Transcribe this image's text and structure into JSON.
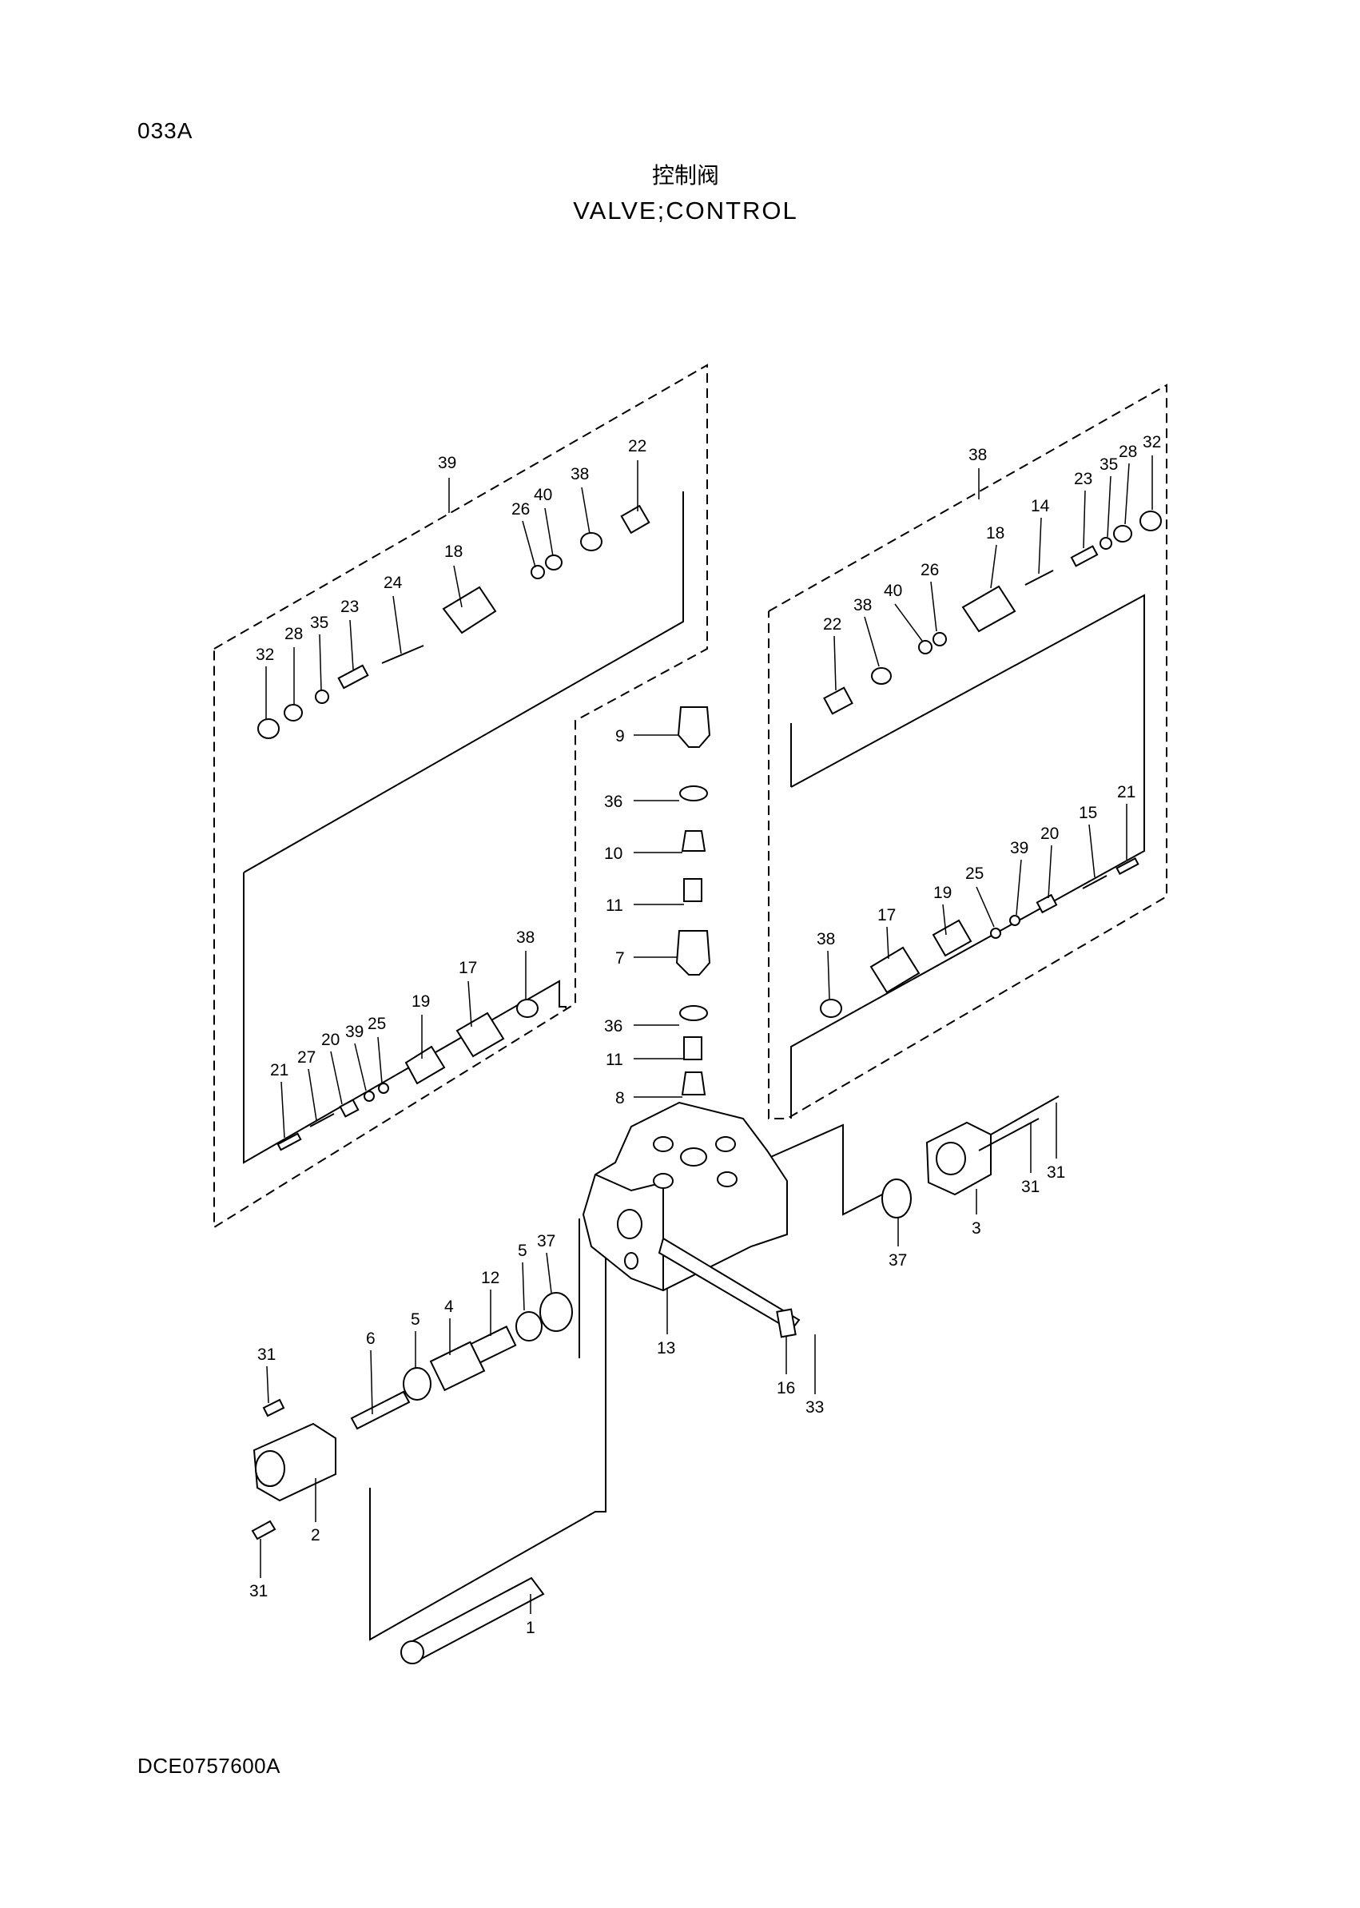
{
  "header": {
    "page_code": "033A",
    "title_cn": "控制阀",
    "title_en": "VALVE;CONTROL"
  },
  "footer": {
    "doc_code": "DCE0757600A"
  },
  "callouts": {
    "left_group": [
      "39",
      "22",
      "38",
      "40",
      "26",
      "18",
      "24",
      "23",
      "35",
      "28",
      "32",
      "38",
      "17",
      "19",
      "25",
      "39",
      "20",
      "27",
      "21"
    ],
    "right_group": [
      "38",
      "32",
      "28",
      "35",
      "23",
      "14",
      "18",
      "26",
      "40",
      "38",
      "22",
      "21",
      "15",
      "20",
      "39",
      "25",
      "19",
      "17",
      "38"
    ],
    "center_stack": [
      "9",
      "36",
      "10",
      "11",
      "7",
      "36",
      "11",
      "8"
    ],
    "lower": [
      "31",
      "6",
      "5",
      "4",
      "12",
      "5",
      "37",
      "37",
      "31",
      "31",
      "3",
      "13",
      "16",
      "33",
      "2",
      "31",
      "1"
    ]
  }
}
